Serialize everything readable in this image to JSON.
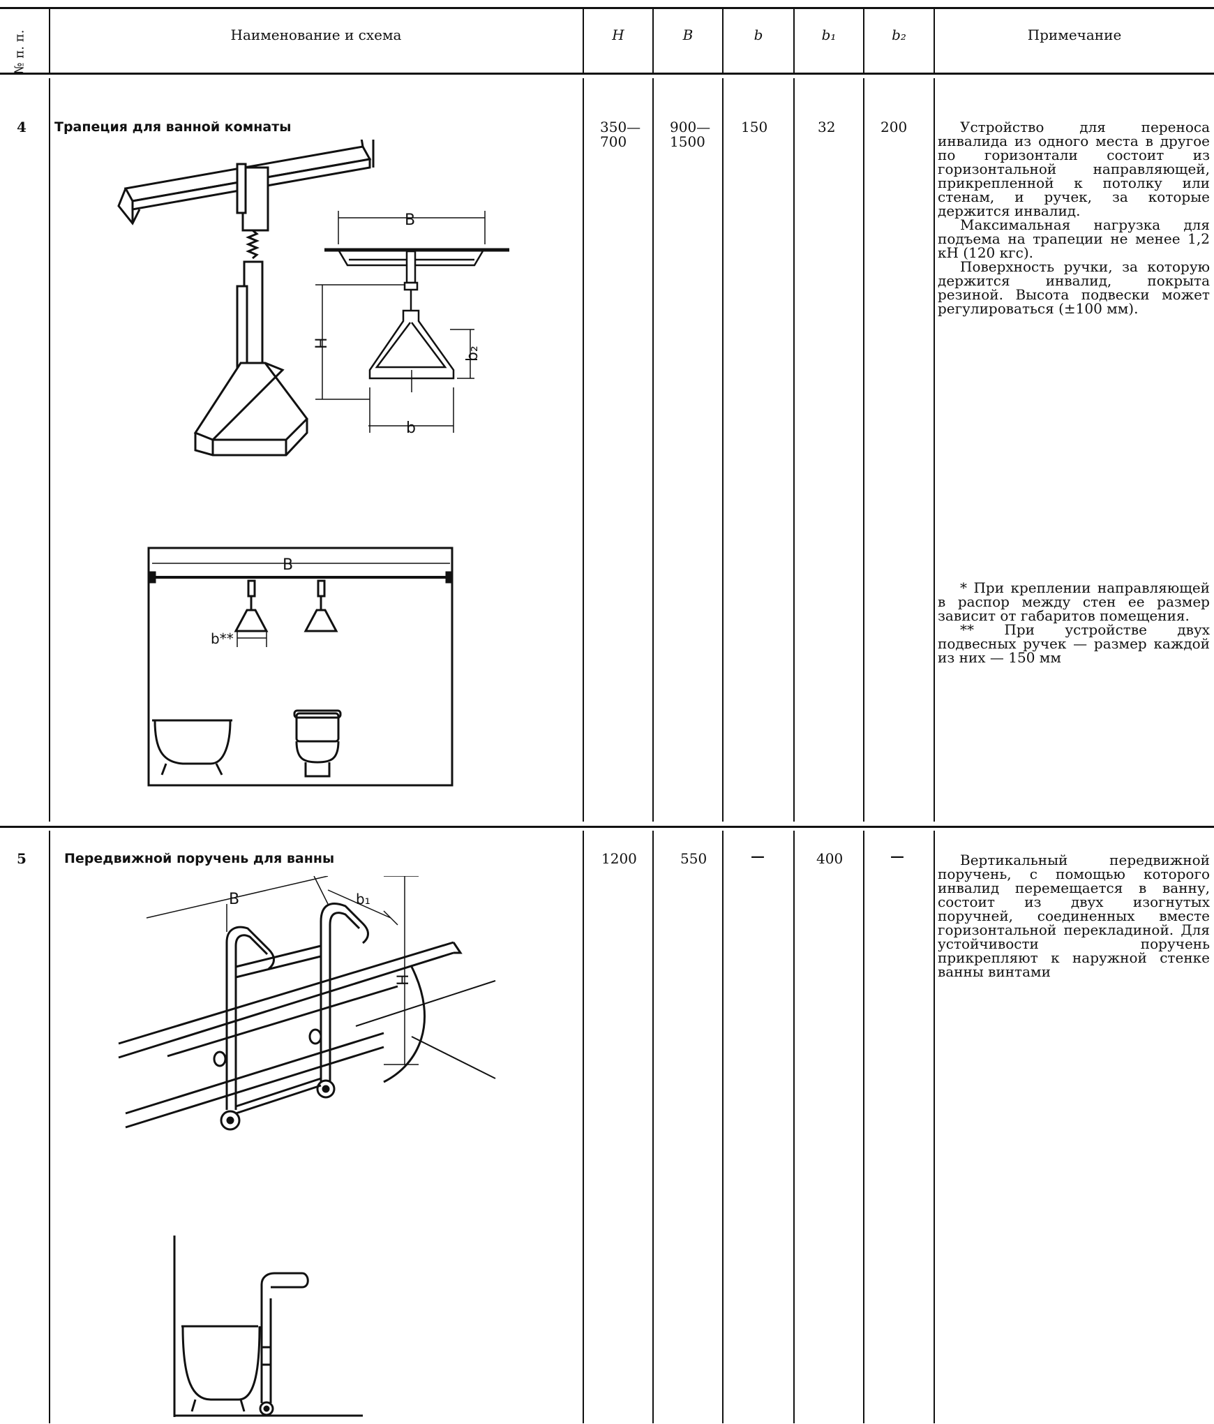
{
  "header": {
    "num": "№ п. п.",
    "name": "Наименование и схема",
    "H": "H",
    "B": "B",
    "b": "b",
    "b1": "b₁",
    "b2": "b₂",
    "note": "Примечание"
  },
  "rows": [
    {
      "num": "4",
      "name": "Трапеция для ванной комнаты",
      "H": "350—\n700",
      "B": "900—\n1500",
      "b": "150",
      "b1": "32",
      "b2": "200",
      "note_paragraphs": [
        "Устройство для переноса инвалида из одного места в другое по горизонтали состоит из горизонтальной направляющей, прикрепленной к потолку или стенам, и ручек, за которые держится инвалид.",
        "Максимальная нагрузка для подъема на трапеции не менее 1,2 кН (120 кгс).",
        "Поверхность ручки, за которую держится инвалид, покрыта резиной. Высота подвески может регулироваться (±100 мм)."
      ],
      "footnotes": [
        "* При креплении направляющей в распор между стен ее размер зависит от габаритов помещения.",
        "** При устройстве двух подвесных ручек — размер каждой из них — 150 мм"
      ]
    },
    {
      "num": "5",
      "name": "Передвижной поручень для ванны",
      "H": "1200",
      "B": "550",
      "b": "—",
      "b1": "400",
      "b2": "—",
      "note_paragraphs": [
        "Вертикальный передвижной поручень, с помощью которого инвалид перемещается в ванну, состоит из двух изогнутых поручней, соединенных вместе горизонтальной перекладиной. Для устойчивости поручень прикрепляют к наружной стенке ванны винтами"
      ]
    }
  ],
  "diagram_labels": {
    "B": "B",
    "H": "H",
    "b": "b",
    "b2": "b₂",
    "b_star": "b**",
    "b1": "b₁"
  }
}
